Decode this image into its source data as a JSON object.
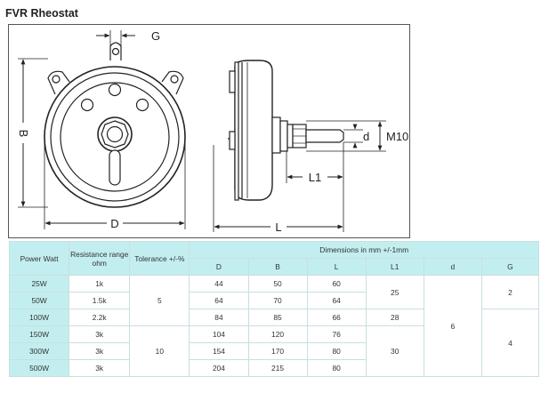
{
  "page": {
    "title": "FVR Rheostat"
  },
  "drawing": {
    "dim_g": "G",
    "dim_b": "B",
    "dim_d": "D",
    "dim_l": "L",
    "dim_l1": "L1",
    "dim_small_d": "d",
    "dim_thread": "M10"
  },
  "table": {
    "headers": {
      "power": "Power Watt",
      "resistance": "Resistance range ohm",
      "tolerance": "Tolerance +/-%",
      "dimensions": "Dimensions in mm +/-1mm",
      "D": "D",
      "B": "B",
      "L": "L",
      "L1": "L1",
      "d": "d",
      "G": "G"
    },
    "rows": [
      {
        "power": "25W",
        "resistance": "1k",
        "D": "44",
        "B": "50",
        "L": "60"
      },
      {
        "power": "50W",
        "resistance": "1.5k",
        "D": "64",
        "B": "70",
        "L": "64"
      },
      {
        "power": "100W",
        "resistance": "2.2k",
        "D": "84",
        "B": "85",
        "L": "66"
      },
      {
        "power": "150W",
        "resistance": "3k",
        "D": "104",
        "B": "120",
        "L": "76"
      },
      {
        "power": "300W",
        "resistance": "3k",
        "D": "154",
        "B": "170",
        "L": "80"
      },
      {
        "power": "500W",
        "resistance": "3k",
        "D": "204",
        "B": "215",
        "L": "80"
      }
    ],
    "merged": {
      "tol_a": "5",
      "tol_b": "10",
      "l1_a": "25",
      "l1_b": "28",
      "l1_c": "30",
      "d_all": "6",
      "g_a": "2",
      "g_b": "4"
    }
  }
}
